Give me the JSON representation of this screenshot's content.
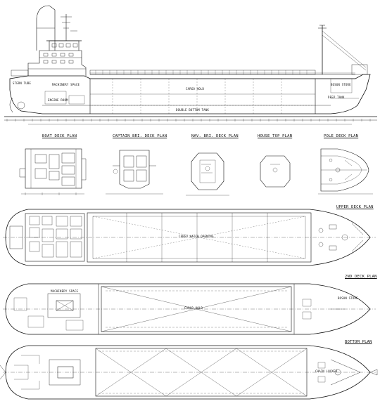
{
  "drawing": {
    "views": {
      "boat_deck": "BOAT DECK PLAN",
      "captain_deck": "CAPTAIN BRI. DECK PLAN",
      "nav_deck": "NAV. BRI. DECK PLAN",
      "house_top": "HOUSE TOP PLAN",
      "pole_deck": "POLE DECK PLAN",
      "upper_deck": "UPPER DECK PLAN",
      "second_deck": "2ND DECK PLAN",
      "bottom": "BOTTOM PLAN"
    },
    "profile_labels": {
      "cargo_hold": "CARGO HOLD",
      "machinery_space": "MACHINERY SPACE",
      "engine_room": "ENGINE ROOM",
      "bosun_store": "BOSUN STORE",
      "deep_tank": "DEEP TANK",
      "stern_tube": "STERN TUBE",
      "double_bottom": "DOUBLE BOTTOM TANK"
    },
    "plan_labels": {
      "hold_note_1": "CARGO HATCH OPENING",
      "hold_note_2": "CARGO HOLD",
      "machinery": "MACHINERY SPACE",
      "bosun": "BOSUN STORE",
      "chain_locker": "CHAIN LOCKER"
    },
    "colors": {
      "ink": "#111111",
      "paper": "#ffffff"
    }
  }
}
